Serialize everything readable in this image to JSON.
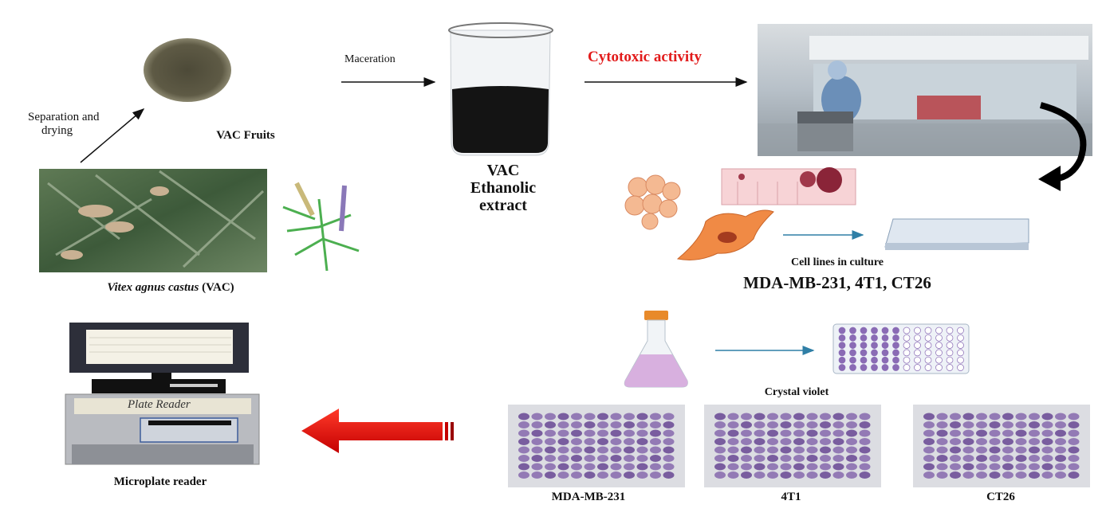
{
  "labels": {
    "separation": "Separation and",
    "separation2": "drying",
    "vac_fruits": "VAC Fruits",
    "maceration": "Maceration",
    "extract_line1": "VAC",
    "extract_line2": "Ethanolic",
    "extract_line3": "extract",
    "cytotoxic": "Cytotoxic activity",
    "vitex_italic": "Vitex agnus castus",
    "vitex_abbr": " (VAC)",
    "cell_lines": "Cell lines in culture",
    "cell_names": "MDA-MB-231, 4T1, CT26",
    "crystal_violet": "Crystal violet",
    "plate_reader_sign": "Plate Reader",
    "microplate_reader": "Microplate reader",
    "plates": [
      "MDA-MB-231",
      "4T1",
      "CT26"
    ]
  },
  "colors": {
    "accent_red": "#e21b1b",
    "arrow_teal": "#2f7fa6",
    "violet": "#8a6bb5"
  }
}
